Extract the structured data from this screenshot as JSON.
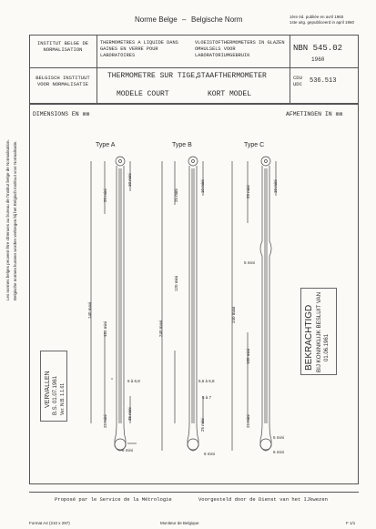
{
  "header": {
    "norm_fr": "Norme Belge",
    "norm_nl": "Belgische Norm",
    "date_fr": "1ère éd. publiée en avril 1960",
    "date_nl": "1ste uitg. gepubliceerd in april 1960"
  },
  "institute": {
    "fr": "INSTITUT BELGE DE NORMALISATION",
    "nl": "BELGISCH INSTITUUT VOOR NORMALISATIE"
  },
  "scope": {
    "fr": "THERMOMETRES A LIQUIDE DANS GAINES EN VERRE POUR LABORATOIRES",
    "nl": "VLOEISTOFTHERMOMETERS IN GLAZEN OMHULSELS VOOR LABORATORIUMGEBRUIK"
  },
  "title": {
    "fr_line1": "THERMOMETRE SUR TIGE,",
    "fr_line2": "MODELE COURT",
    "nl_line1": "STAAFTHERMOMETER",
    "nl_line2": "KORT MODEL"
  },
  "ref": {
    "nbn": "NBN 545.02",
    "year": "1960",
    "cdu_label": "CDU UDC",
    "cdu": "536.513"
  },
  "dimensions": {
    "fr": "DIMENSIONS EN mm",
    "nl": "AFMETINGEN IN mm"
  },
  "types": [
    "Type A",
    "Type B",
    "Type C"
  ],
  "dims": {
    "a": [
      "25 mini",
      "10 mini",
      "120 mini",
      "140 maxi",
      "6 à 6,8",
      "35 mini",
      "25 mini",
      "6 mini"
    ],
    "b": [
      "25 mini",
      "10 mini",
      "120 mini",
      "240 maxi",
      "5,6 à 6,8",
      "5 à 7",
      "25 mini",
      "6 mini"
    ],
    "c": [
      "25 mini",
      "10 mini",
      "180 mini",
      "240 maxi",
      "5 mini",
      "25 mini",
      "5 mini",
      "6 mini"
    ]
  },
  "stamp_left": {
    "line1": "VERVALLEN",
    "line2": "B.S. 01.07.1961",
    "line3": "Ver. N.B. 1.1.61"
  },
  "stamp_right": {
    "line1": "BEKRACHTIGD",
    "line2": "BIJ KONINKLIJK BESLUIT VAN",
    "line3": "01.06.1961"
  },
  "side_text": {
    "left1": "Les normes belges peuvent être obtenues au bureau de l'Institut belge de Normalisation.",
    "left2": "Belgische normen kunnen worden verkregen bij het Belgisch Instituut voor Normalisatie."
  },
  "footer": {
    "fr": "Proposé par le Service de la Métrologie",
    "nl": "Voorgesteld door de Dienst van het IJkwezen",
    "left": "Format A4 (210 x 297)",
    "center": "Moniteur de Belgique",
    "page": "F 1/1"
  }
}
